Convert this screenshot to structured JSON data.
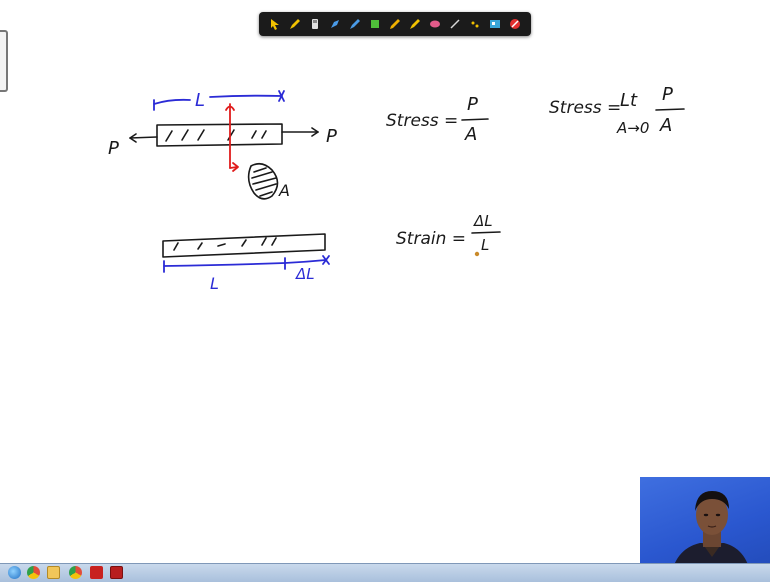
{
  "toolbar": {
    "tools": [
      {
        "icon": "pointer-icon",
        "color": "#f2c200"
      },
      {
        "icon": "pen-icon",
        "color": "#f2c200"
      },
      {
        "icon": "marker-icon",
        "color": "#e0e0e0"
      },
      {
        "icon": "highlighter-icon",
        "color": "#4a9be8"
      },
      {
        "icon": "pen-blue-icon",
        "color": "#4a9be8"
      },
      {
        "icon": "pen-green-icon",
        "color": "#4fbf3a"
      },
      {
        "icon": "pencil-icon",
        "color": "#f0b000"
      },
      {
        "icon": "pen-yellow-icon",
        "color": "#f2c200"
      },
      {
        "icon": "eraser-icon",
        "color": "#e35b8a"
      },
      {
        "icon": "line-icon",
        "color": "#d8d8d8"
      },
      {
        "icon": "dots-icon",
        "color": "#f0c000"
      },
      {
        "icon": "color-palette-icon",
        "color": "#3aa6d8"
      },
      {
        "icon": "clear-icon",
        "color": "#e23030"
      }
    ]
  },
  "notes": {
    "length_label_top": "L",
    "force_left": "P",
    "force_right": "P",
    "area_label": "A",
    "stress_label": "Stress =",
    "stress_numerator": "P",
    "stress_denominator": "A",
    "stress_limit_label": "Stress =",
    "limit_symbol": "Lt",
    "limit_subscript": "A→0",
    "limit_numerator": "P",
    "limit_denominator": "A",
    "length_label_bottom": "L",
    "delta_label_bottom": "ΔL",
    "strain_label": "Strain =",
    "strain_numerator": "ΔL",
    "strain_denominator": "L"
  },
  "colors": {
    "ink_black": "#1a1a1a",
    "ink_blue": "#2b2bd6",
    "ink_red": "#e01c1c"
  },
  "taskbar": {
    "icons": [
      "browser-icon",
      "chrome-icon",
      "folder-icon",
      "chrome-icon-2",
      "acrobat-icon",
      "pdf-icon"
    ]
  }
}
